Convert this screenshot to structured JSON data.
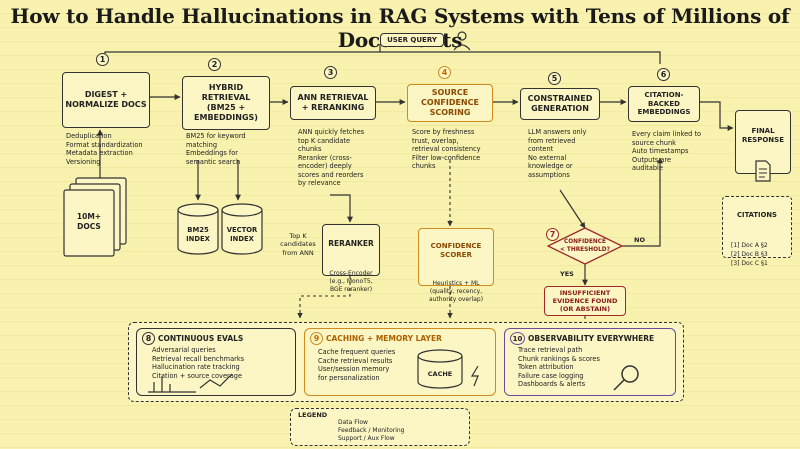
{
  "title": "How to Handle Hallucinations in RAG Systems with Tens of Millions of Documents",
  "user_query": "USER QUERY",
  "docs": "10M+\nDOCS",
  "steps": [
    {
      "num": "1",
      "label": "DIGEST +\nNORMALIZE DOCS",
      "bullets": [
        "Deduplication",
        "Format standardization",
        "Metadata extraction",
        "Versioning"
      ]
    },
    {
      "num": "2",
      "label": "HYBRID\nRETRIEVAL\n(BM25 +\nEMBEDDINGS)",
      "bullets": [
        "BM25 for keyword",
        "matching",
        "Embeddings for",
        "semantic search"
      ]
    },
    {
      "num": "3",
      "label": "ANN RETRIEVAL\n+ RERANKING",
      "bullets": [
        "ANN quickly fetches",
        "top K candidate",
        "chunks",
        "Reranker (cross-",
        "encoder) deeply",
        "scores and reorders",
        "by relevance"
      ]
    },
    {
      "num": "4",
      "label": "SOURCE\nCONFIDENCE\nSCORING",
      "bullets": [
        "Score by freshness",
        "trust, overlap,",
        "retrieval consistency",
        "Filter low-confidence",
        "chunks"
      ]
    },
    {
      "num": "5",
      "label": "CONSTRAINED\nGENERATION",
      "bullets": [
        "LLM answers only",
        "from retrieved",
        "content",
        "No external",
        "knowledge or",
        "assumptions"
      ]
    },
    {
      "num": "6",
      "label": "CITATION-BACKED\nEMBEDDINGS",
      "bullets": [
        "Every claim linked to",
        "source chunk",
        "Auto timestamps",
        "Outputs are",
        "auditable"
      ]
    }
  ],
  "indexes": [
    "BM25\nINDEX",
    "VECTOR\nINDEX"
  ],
  "topk_label": "Top K\ncandidates\nfrom ANN",
  "reranker": {
    "label": "RERANKER",
    "bullets": [
      "Cross-Encoder",
      "(e.g., MonoT5,",
      "BGE reranker)"
    ]
  },
  "confidence_scorer": {
    "label": "CONFIDENCE\nSCORER",
    "bullets": [
      "Heuristics + ML",
      "(quality, recency,",
      "authority overlap)"
    ]
  },
  "check": {
    "num": "7",
    "label": "CONFIDENCE\n< THRESHOLD?",
    "yes": "YES",
    "no": "NO"
  },
  "insufficient": "INSUFFICIENT\nEVIDENCE FOUND\n(OR ABSTAIN)",
  "final": {
    "label": "FINAL\nRESPONSE"
  },
  "citations": {
    "title": "CITATIONS",
    "items": [
      "[1] Doc A  §2",
      "[2] Doc B  §3",
      "[3] Doc C  §1"
    ]
  },
  "bottom": [
    {
      "num": "8",
      "title": "CONTINUOUS EVALS",
      "bullets": [
        "Adversarial queries",
        "Retrieval recall benchmarks",
        "Hallucination rate tracking",
        "Citation + source coverage"
      ]
    },
    {
      "num": "9",
      "title": "CACHING + MEMORY LAYER",
      "bullets": [
        "Cache frequent queries",
        "Cache retrieval results",
        "User/session memory",
        "for personalization"
      ],
      "store": "CACHE"
    },
    {
      "num": "10",
      "title": "OBSERVABILITY EVERYWHERE",
      "bullets": [
        "Trace retrieval path",
        "Chunk rankings & scores",
        "Token attribution",
        "Failure case logging",
        "Dashboards & alerts"
      ]
    }
  ],
  "legend": {
    "title": "LEGEND",
    "items": [
      "Data Flow",
      "Feedback / Monitoring",
      "Support / Aux Flow"
    ]
  },
  "colors": {
    "orange": "#d08a1e",
    "red": "#a02828",
    "purple": "#6a4a9a",
    "paper": "#f8f2ae"
  }
}
